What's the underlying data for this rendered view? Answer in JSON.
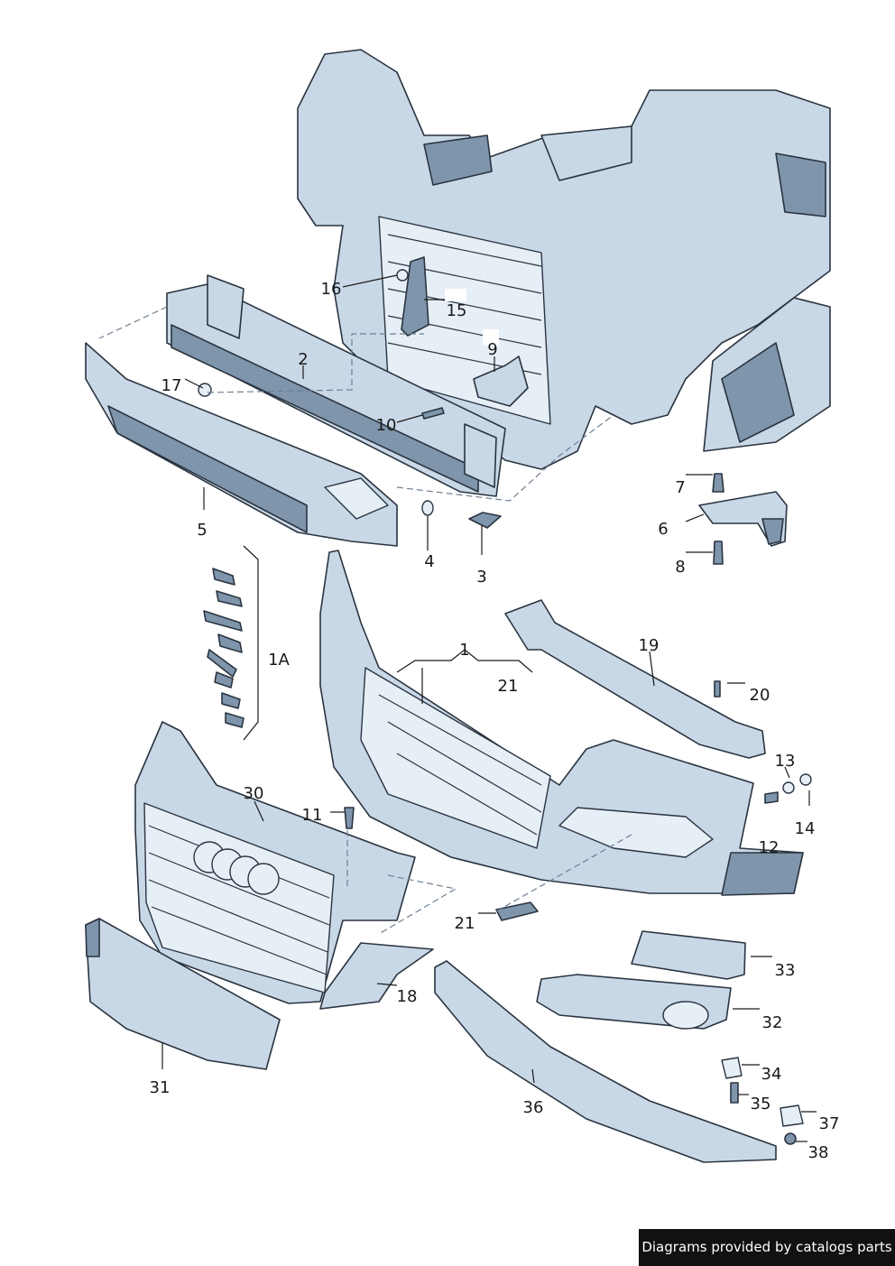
{
  "callouts": {
    "c1": "1",
    "c1A": "1A",
    "c2": "2",
    "c3": "3",
    "c4": "4",
    "c5": "5",
    "c6": "6",
    "c7": "7",
    "c8": "8",
    "c9": "9",
    "c10": "10",
    "c11": "11",
    "c12": "12",
    "c13": "13",
    "c14": "14",
    "c15": "15",
    "c16": "16",
    "c17": "17",
    "c18": "18",
    "c19": "19",
    "c20": "20",
    "c21a": "21",
    "c21b": "21",
    "c30": "30",
    "c31": "31",
    "c32": "32",
    "c33": "33",
    "c34": "34",
    "c35": "35",
    "c36": "36",
    "c37": "37",
    "c38": "38"
  },
  "credit": "Diagrams provided by catalogs parts",
  "colors": {
    "part_fill": "#c9d8e6",
    "part_shadow": "#7f95ab",
    "outline": "#2a3440",
    "credit_bg": "#111111"
  }
}
